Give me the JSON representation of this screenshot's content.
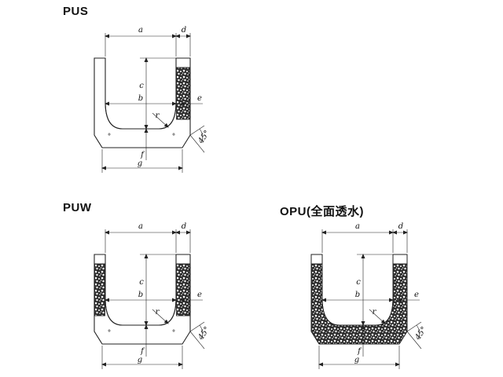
{
  "diagrams": [
    {
      "title": "PUS",
      "labels": {
        "a": "a",
        "b": "b",
        "c": "c",
        "d": "d",
        "e": "e",
        "f": "f",
        "g": "g",
        "r": "r",
        "angle": "45°"
      }
    },
    {
      "title": "PUW",
      "labels": {
        "a": "a",
        "b": "b",
        "c": "c",
        "d": "d",
        "e": "e",
        "f": "f",
        "g": "g",
        "r": "r",
        "angle": "45°"
      }
    },
    {
      "title": "OPU(全面透水)",
      "labels": {
        "a": "a",
        "b": "b",
        "c": "c",
        "d": "d",
        "e": "e",
        "f": "f",
        "g": "g",
        "r": "r",
        "angle": "45°"
      }
    }
  ],
  "colors": {
    "line": "#222222",
    "porous_fill": "#3a3a3a"
  }
}
